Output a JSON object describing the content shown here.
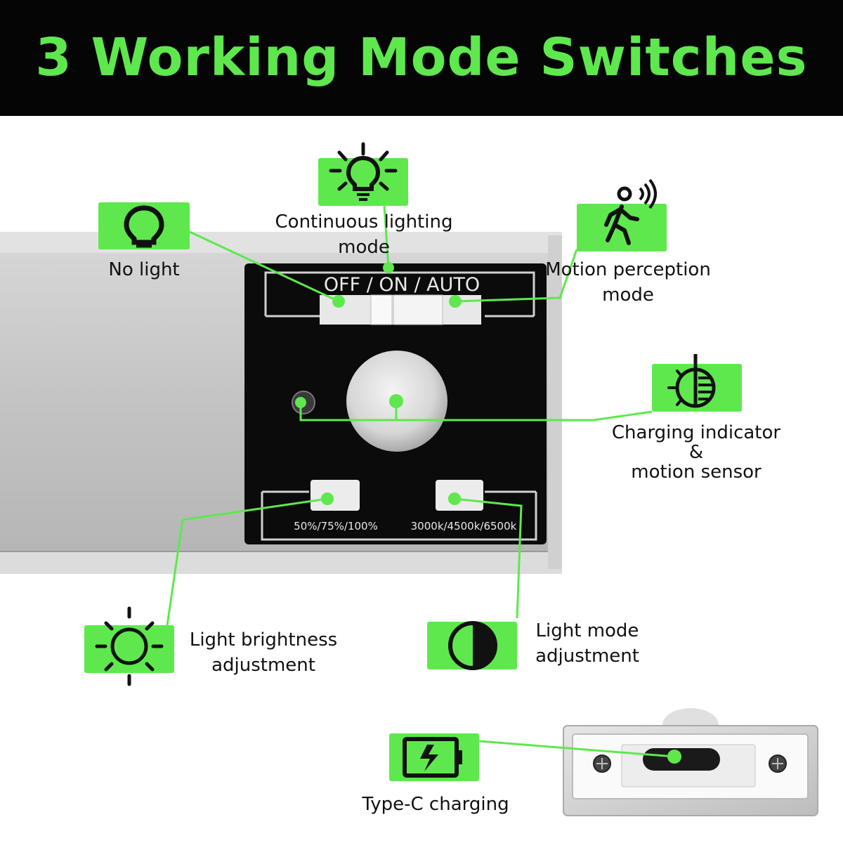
{
  "title": "3 Working Mode Switches",
  "colors": {
    "accent": "#5ee84e",
    "banner": "#050505",
    "housing": "#c9c9c9",
    "panel": "#0b0b0b"
  },
  "device": {
    "switch_legend": "OFF / ON / AUTO",
    "brightness_legend": "50%/75%/100%",
    "color_temp_legend": "3000k/4500k/6500k"
  },
  "callouts": {
    "no_light": {
      "label": "No light",
      "icon": "bulb-icon"
    },
    "continuous": {
      "line1": "Continuous lighting",
      "line2": "mode",
      "icon": "lit-bulb-icon"
    },
    "motion": {
      "line1": "Motion perception",
      "line2": "mode",
      "icon": "walking-person-icon"
    },
    "charging_indicator": {
      "line1": "Charging indicator",
      "line2": "&",
      "line3": "motion sensor",
      "icon": "half-sun-icon"
    },
    "brightness": {
      "line1": "Light brightness",
      "line2": "adjustment",
      "icon": "sun-icon"
    },
    "light_mode": {
      "line1": "Light mode",
      "line2": "adjustment",
      "icon": "contrast-icon"
    },
    "type_c": {
      "label": "Type-C charging",
      "icon": "battery-charging-icon"
    }
  }
}
